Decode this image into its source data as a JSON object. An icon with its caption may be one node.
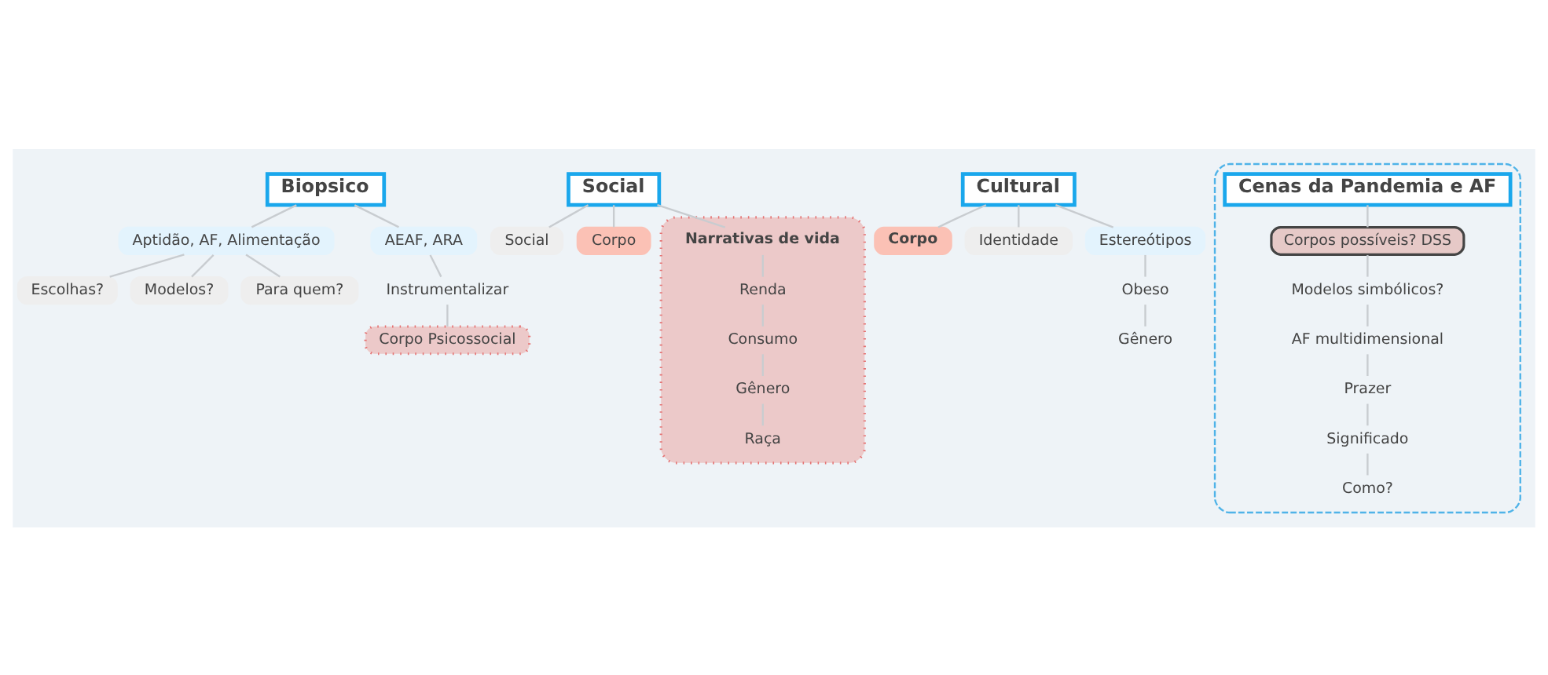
{
  "diagram": {
    "nodes": [
      {
        "text": [
          "Biopsico"
        ]
      },
      {
        "text": [
          "Aptidão, AF, Alimentação"
        ]
      },
      {
        "text": [
          "Escolhas?"
        ]
      },
      {
        "text": [
          "Modelos?"
        ]
      },
      {
        "text": [
          "Para quem?"
        ]
      },
      {
        "text": [
          "AEAF, ARA"
        ]
      },
      {
        "text": [
          "Instrumentalizar"
        ]
      },
      {
        "text": [
          "Corpo Psicossocial"
        ]
      },
      {
        "text": [
          "Social"
        ]
      },
      {
        "text": [
          "Social"
        ]
      },
      {
        "text": [
          "Corpo"
        ]
      },
      {
        "text": [],
        "shape": "box"
      },
      {
        "text": [
          "Narrativas de vida"
        ],
        "in": 11
      },
      {
        "text": [
          "Renda"
        ],
        "in": 11
      },
      {
        "text": [
          "Consumo"
        ],
        "in": 11
      },
      {
        "text": [
          "Gênero"
        ],
        "in": 11
      },
      {
        "text": [
          "Raça"
        ],
        "in": 11
      },
      {
        "text": [
          "Cultural"
        ]
      },
      {
        "text": [
          "Corpo"
        ]
      },
      {
        "text": [
          "Identidade"
        ]
      },
      {
        "text": [
          "Estereótipos"
        ]
      },
      {
        "text": [
          "Obeso"
        ]
      },
      {
        "text": [
          "Gênero"
        ]
      },
      {
        "text": [],
        "shape": "box"
      },
      {
        "text": [
          "Cenas da Pandemia e AF"
        ],
        "in": 23
      },
      {
        "text": [
          "Corpos possíveis? DSS"
        ],
        "in": 23
      },
      {
        "text": [
          "Modelos simbólicos?"
        ],
        "in": 23
      },
      {
        "text": [
          "AF multidimensional"
        ],
        "in": 23
      },
      {
        "text": [
          "Prazer"
        ],
        "in": 23
      },
      {
        "text": [
          "Significado"
        ],
        "in": 23
      },
      {
        "text": [
          "Como?"
        ],
        "in": 23
      }
    ],
    "edges": [
      {
        "from": 0,
        "to": 1,
        "arrow": "none"
      },
      {
        "from": 1,
        "to": 2,
        "arrow": "none"
      },
      {
        "from": 1,
        "to": 3,
        "arrow": "none"
      },
      {
        "from": 1,
        "to": 4,
        "arrow": "none"
      },
      {
        "from": 0,
        "to": 5,
        "arrow": "none"
      },
      {
        "from": 5,
        "to": 6,
        "arrow": "none"
      },
      {
        "from": 6,
        "to": 7,
        "arrow": "none"
      },
      {
        "from": 8,
        "to": 9,
        "arrow": "none"
      },
      {
        "from": 8,
        "to": 10,
        "arrow": "none"
      },
      {
        "from": 8,
        "to": 12,
        "arrow": "none"
      },
      {
        "from": 12,
        "to": 13,
        "arrow": "none"
      },
      {
        "from": 13,
        "to": 14,
        "arrow": "none"
      },
      {
        "from": 14,
        "to": 15,
        "arrow": "none"
      },
      {
        "from": 15,
        "to": 16,
        "arrow": "none"
      },
      {
        "from": 17,
        "to": 18,
        "arrow": "none"
      },
      {
        "from": 17,
        "to": 19,
        "arrow": "none"
      },
      {
        "from": 17,
        "to": 20,
        "arrow": "none"
      },
      {
        "from": 20,
        "to": 21,
        "arrow": "none"
      },
      {
        "from": 21,
        "to": 22,
        "arrow": "none"
      },
      {
        "from": 24,
        "to": 25,
        "arrow": "none"
      },
      {
        "from": 25,
        "to": 26,
        "arrow": "none"
      },
      {
        "from": 26,
        "to": 27,
        "arrow": "none"
      },
      {
        "from": 27,
        "to": 28,
        "arrow": "none"
      },
      {
        "from": 28,
        "to": 29,
        "arrow": "none"
      },
      {
        "from": 29,
        "to": 30,
        "arrow": "none"
      }
    ]
  }
}
